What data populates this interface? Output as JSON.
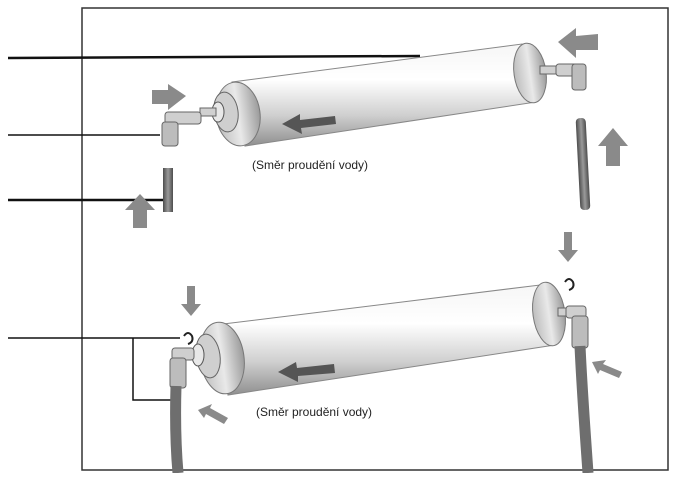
{
  "diagram": {
    "captions": {
      "top_flow": "(Směr proudění vody)",
      "bottom_flow": "(Směr proudění vody)"
    },
    "colors": {
      "arrow_fill": "#8a8a8a",
      "frame": "#333333",
      "cylinder_body": "#d9d9d9",
      "tubing": "#6e6e6e"
    },
    "icons": [
      "flow-arrow-icon",
      "water-filter-cylinder",
      "elbow-connector",
      "tubing"
    ]
  }
}
